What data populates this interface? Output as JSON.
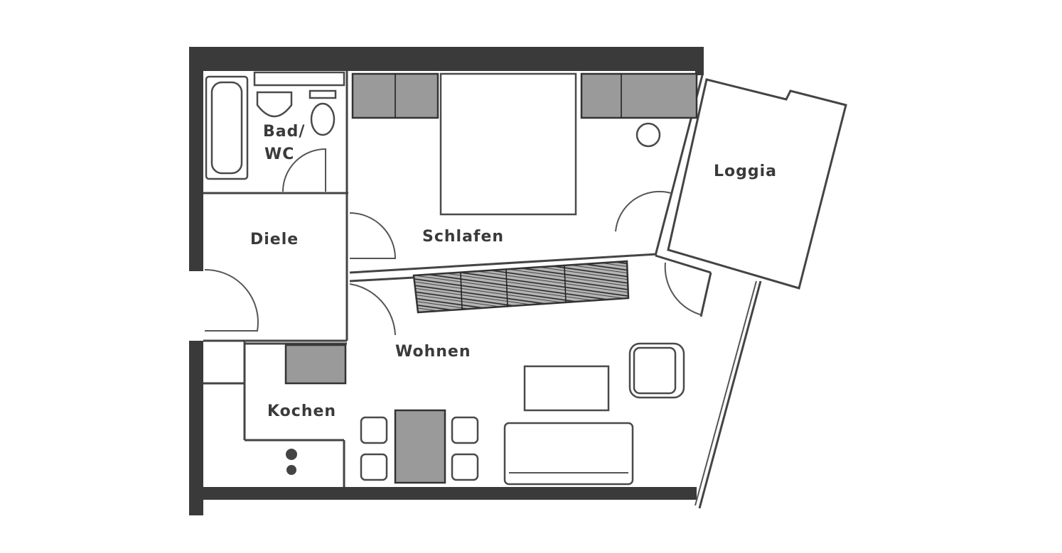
{
  "rooms": {
    "bad": {
      "line1": "Bad/",
      "line2": "WC"
    },
    "diele": "Diele",
    "schlafen": "Schlafen",
    "loggia": "Loggia",
    "wohnen": "Wohnen",
    "kochen": "Kochen"
  },
  "colors": {
    "wall": "#3a3a3a",
    "line": "#555555",
    "hatch": "#9a9a9a"
  }
}
